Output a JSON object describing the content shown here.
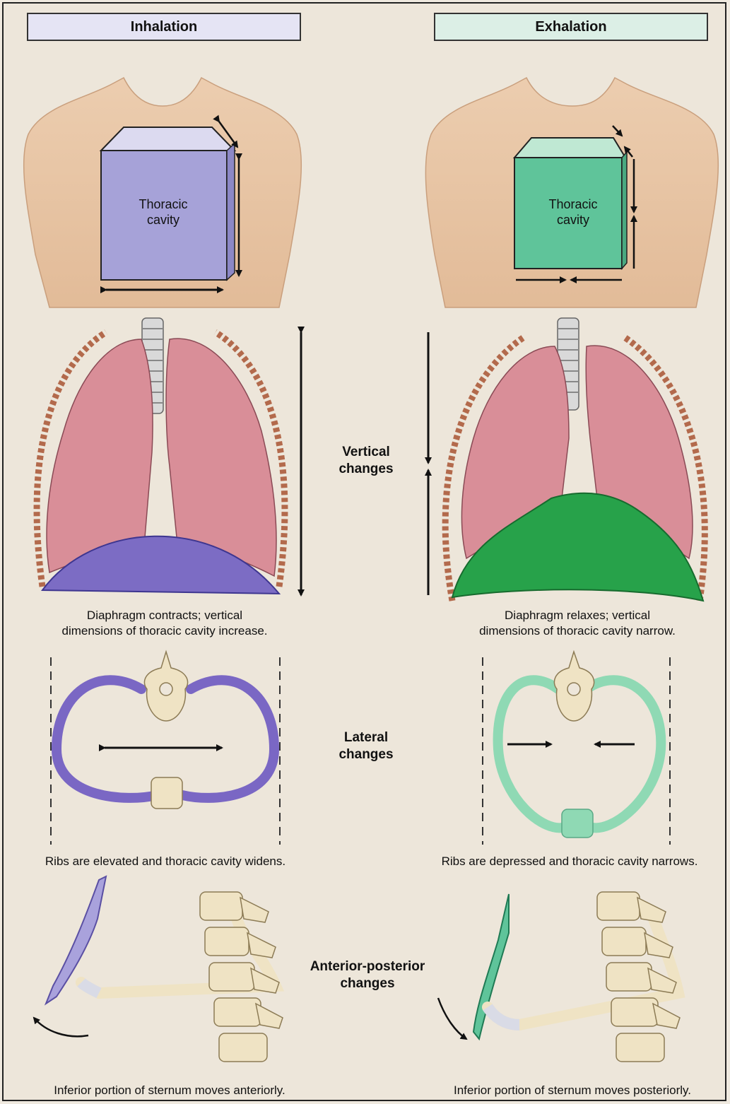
{
  "headers": {
    "inhalation": "Inhalation",
    "exhalation": "Exhalation"
  },
  "torso": {
    "inhalation_label": [
      "Thoracic",
      "cavity"
    ],
    "exhalation_label": [
      "Thoracic",
      "cavity"
    ]
  },
  "vertical": {
    "title": [
      "Vertical",
      "changes"
    ],
    "inhalation_caption": [
      "Diaphragm contracts; vertical",
      "dimensions of thoracic cavity increase."
    ],
    "exhalation_caption": [
      "Diaphragm relaxes; vertical",
      "dimensions of thoracic cavity narrow."
    ]
  },
  "lateral": {
    "title": [
      "Lateral",
      "changes"
    ],
    "inhalation_caption": "Ribs are elevated and thoracic cavity widens.",
    "exhalation_caption": "Ribs are depressed and thoracic cavity narrows."
  },
  "ap": {
    "title": [
      "Anterior-posterior",
      "changes"
    ],
    "inhalation_caption": "Inferior portion of sternum moves anteriorly.",
    "exhalation_caption": "Inferior portion of sternum moves posteriorly."
  },
  "colors": {
    "inhalation_accent": "#a6a2d8",
    "exhalation_accent": "#5fc49a",
    "skin": "#e7c4a4",
    "lung": "#d98e98",
    "bone": "#efe3c4"
  }
}
